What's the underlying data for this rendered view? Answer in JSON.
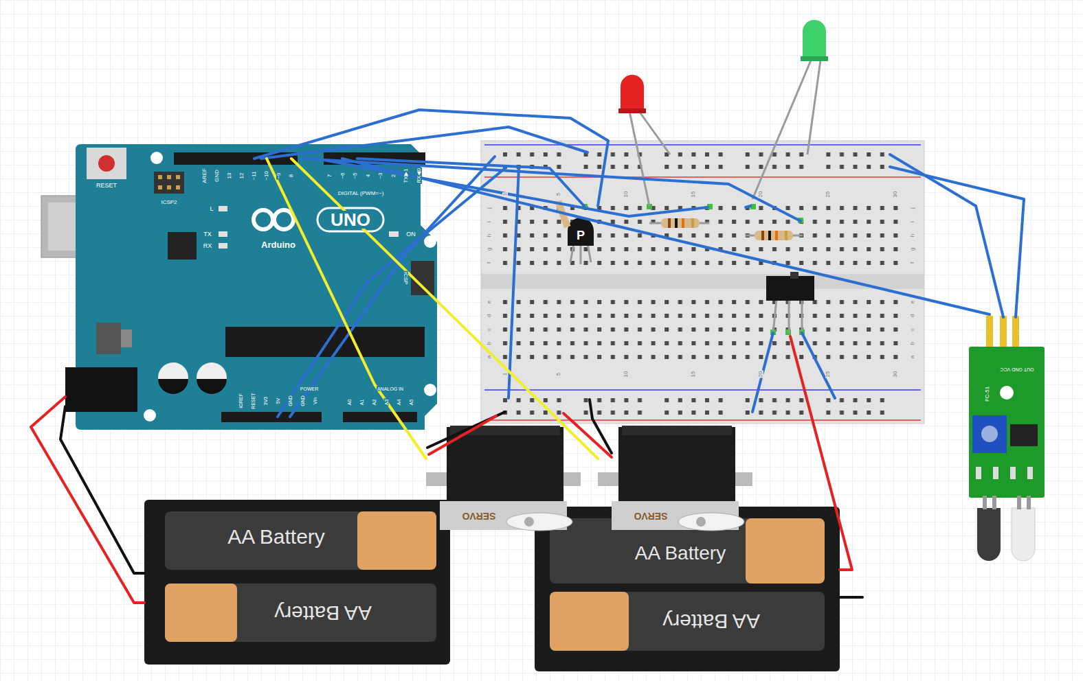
{
  "diagram": {
    "nodes": [
      {
        "text": [
          "RESET",
          "ICSP2",
          "AREF",
          "GND",
          "13",
          "12",
          "~11",
          "~10",
          "~9",
          "8",
          "7",
          "~6",
          "~5",
          "4",
          "~3",
          "2",
          "TX▶1",
          "RX◀0",
          "DIGITAL (PWM=~)",
          "L",
          "TX",
          "RX",
          "UNO",
          "ON",
          "Arduino",
          "ICSP",
          "IOREF",
          "RESET",
          "3V3",
          "5V",
          "GND",
          "GND",
          "Vin",
          "POWER",
          "ANALOG IN",
          "A0",
          "A1",
          "A2",
          "A3",
          "A4",
          "A5"
        ]
      },
      {
        "text": [
          "P"
        ]
      },
      {
        "text": [
          "OUT GND VCC",
          "FC-51"
        ]
      },
      {
        "text": [
          "SERVO"
        ]
      },
      {
        "text": [
          "SERVO"
        ]
      },
      {
        "text": [
          "AA Battery",
          "AA Battery"
        ]
      },
      {
        "text": [
          "AA Battery",
          "AA Battery"
        ]
      }
    ],
    "edges": [
      {
        "from": 5,
        "to": 0,
        "arrow": "none"
      },
      {
        "from": 5,
        "to": 0,
        "arrow": "none"
      },
      {
        "from": 0,
        "to": 3,
        "arrow": "none"
      },
      {
        "from": 0,
        "to": 4,
        "arrow": "none"
      },
      {
        "from": 0,
        "to": 2,
        "arrow": "none"
      }
    ],
    "labels": [
      "1",
      "5",
      "10",
      "15",
      "20",
      "25",
      "30",
      "j",
      "i",
      "h",
      "g",
      "f",
      "e",
      "d",
      "c",
      "b",
      "a",
      "j",
      "i",
      "h",
      "g",
      "f",
      "e",
      "d",
      "c",
      "b",
      "a",
      "1",
      "5",
      "10",
      "15",
      "20",
      "25",
      "30"
    ]
  }
}
